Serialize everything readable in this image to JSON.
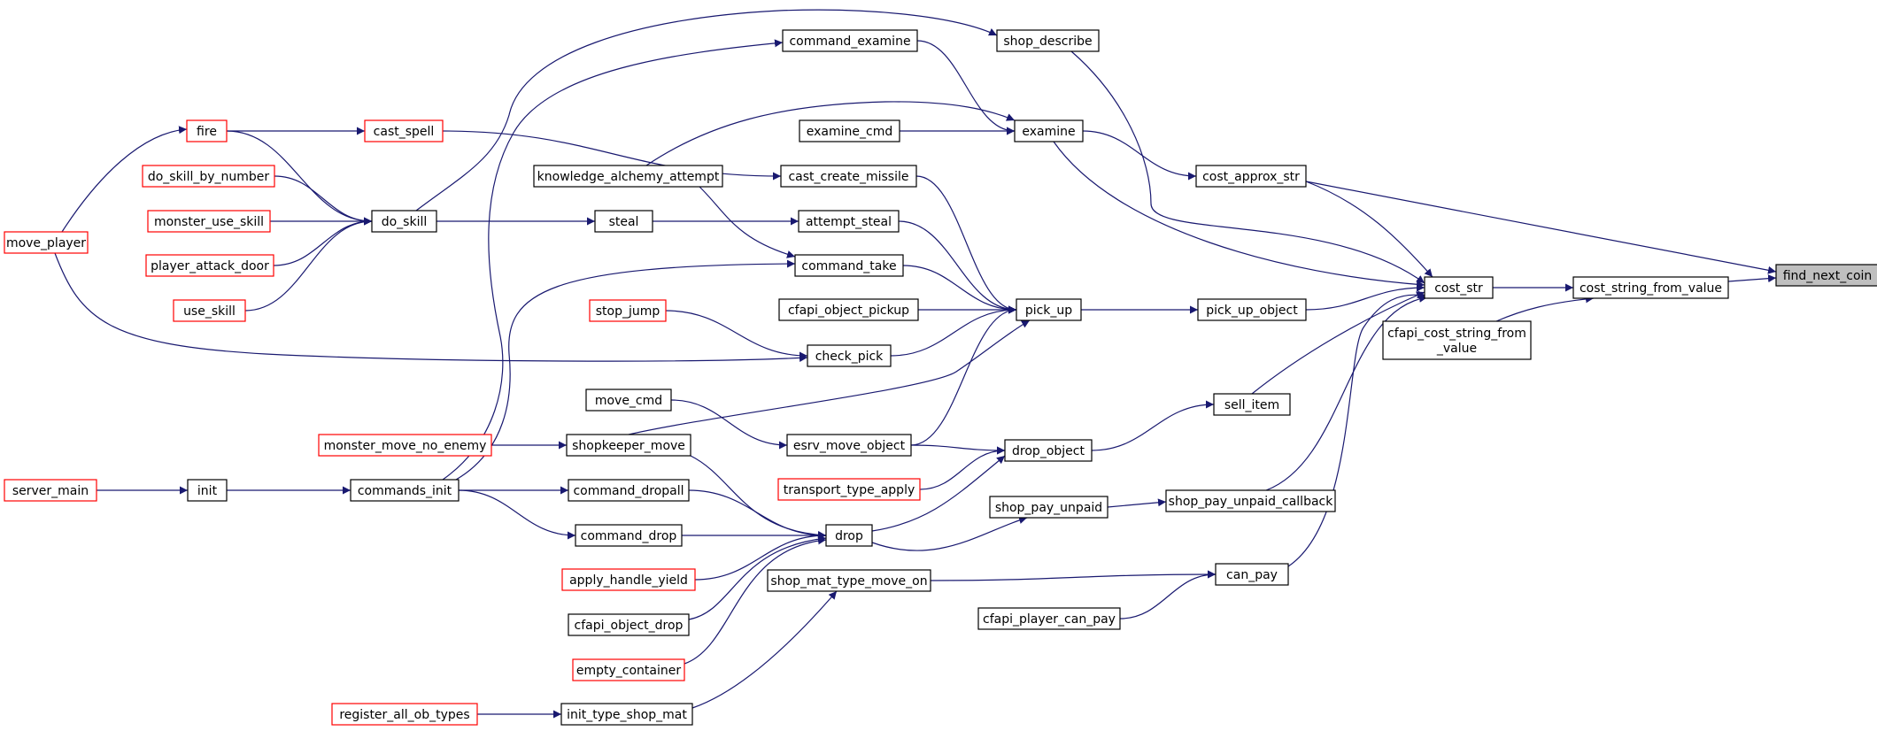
{
  "graph": {
    "root": "find_next_coin",
    "colors": {
      "edge": "#191970",
      "box_border": "#000000",
      "truncated_border": "#ff0000",
      "root_fill": "#bfbfbf",
      "node_fill": "#ffffff"
    },
    "nodes": [
      {
        "id": "find_next_coin",
        "label": "find_next_coin",
        "style": "root"
      },
      {
        "id": "cost_approx_str",
        "label": "cost_approx_str",
        "style": "normal"
      },
      {
        "id": "cost_string_from_value",
        "label": "cost_string_from_value",
        "style": "normal"
      },
      {
        "id": "cfapi_cost",
        "label": "cfapi_cost_string_from\n_value",
        "style": "normal"
      },
      {
        "id": "cost_str",
        "label": "cost_str",
        "style": "normal"
      },
      {
        "id": "examine",
        "label": "examine",
        "style": "normal"
      },
      {
        "id": "shop_describe",
        "label": "shop_describe",
        "style": "normal"
      },
      {
        "id": "pick_up_object",
        "label": "pick_up_object",
        "style": "normal"
      },
      {
        "id": "sell_item",
        "label": "sell_item",
        "style": "normal"
      },
      {
        "id": "shop_pay_unpaid_callback",
        "label": "shop_pay_unpaid_callback",
        "style": "normal"
      },
      {
        "id": "can_pay",
        "label": "can_pay",
        "style": "normal"
      },
      {
        "id": "command_examine",
        "label": "command_examine",
        "style": "normal"
      },
      {
        "id": "examine_cmd",
        "label": "examine_cmd",
        "style": "normal"
      },
      {
        "id": "pick_up",
        "label": "pick_up",
        "style": "normal"
      },
      {
        "id": "drop_object",
        "label": "drop_object",
        "style": "normal"
      },
      {
        "id": "shop_pay_unpaid",
        "label": "shop_pay_unpaid",
        "style": "normal"
      },
      {
        "id": "shop_mat_type_move_on",
        "label": "shop_mat_type_move_on",
        "style": "normal"
      },
      {
        "id": "cfapi_player_can_pay",
        "label": "cfapi_player_can_pay",
        "style": "normal"
      },
      {
        "id": "cast_create_missile",
        "label": "cast_create_missile",
        "style": "normal"
      },
      {
        "id": "attempt_steal",
        "label": "attempt_steal",
        "style": "normal"
      },
      {
        "id": "command_take",
        "label": "command_take",
        "style": "normal"
      },
      {
        "id": "cfapi_object_pickup",
        "label": "cfapi_object_pickup",
        "style": "normal"
      },
      {
        "id": "check_pick",
        "label": "check_pick",
        "style": "normal"
      },
      {
        "id": "esrv_move_object",
        "label": "esrv_move_object",
        "style": "normal"
      },
      {
        "id": "transport_type_apply",
        "label": "transport_type_apply",
        "style": "truncated"
      },
      {
        "id": "drop",
        "label": "drop",
        "style": "normal"
      },
      {
        "id": "init_type_shop_mat",
        "label": "init_type_shop_mat",
        "style": "normal"
      },
      {
        "id": "knowledge_alchemy_attempt",
        "label": "knowledge_alchemy_attempt",
        "style": "normal"
      },
      {
        "id": "steal",
        "label": "steal",
        "style": "normal"
      },
      {
        "id": "stop_jump",
        "label": "stop_jump",
        "style": "truncated"
      },
      {
        "id": "move_cmd",
        "label": "move_cmd",
        "style": "normal"
      },
      {
        "id": "shopkeeper_move",
        "label": "shopkeeper_move",
        "style": "normal"
      },
      {
        "id": "command_dropall",
        "label": "command_dropall",
        "style": "normal"
      },
      {
        "id": "command_drop",
        "label": "command_drop",
        "style": "normal"
      },
      {
        "id": "apply_handle_yield",
        "label": "apply_handle_yield",
        "style": "truncated"
      },
      {
        "id": "cfapi_object_drop",
        "label": "cfapi_object_drop",
        "style": "normal"
      },
      {
        "id": "empty_container",
        "label": "empty_container",
        "style": "truncated"
      },
      {
        "id": "fire",
        "label": "fire",
        "style": "truncated"
      },
      {
        "id": "cast_spell",
        "label": "cast_spell",
        "style": "truncated"
      },
      {
        "id": "do_skill",
        "label": "do_skill",
        "style": "normal"
      },
      {
        "id": "do_skill_by_number",
        "label": "do_skill_by_number",
        "style": "truncated"
      },
      {
        "id": "monster_use_skill",
        "label": "monster_use_skill",
        "style": "truncated"
      },
      {
        "id": "player_attack_door",
        "label": "player_attack_door",
        "style": "truncated"
      },
      {
        "id": "use_skill",
        "label": "use_skill",
        "style": "truncated"
      },
      {
        "id": "move_player",
        "label": "move_player",
        "style": "truncated"
      },
      {
        "id": "monster_move_no_enemy",
        "label": "monster_move_no_enemy",
        "style": "truncated"
      },
      {
        "id": "commands_init",
        "label": "commands_init",
        "style": "normal"
      },
      {
        "id": "init",
        "label": "init",
        "style": "normal"
      },
      {
        "id": "server_main",
        "label": "server_main",
        "style": "truncated"
      },
      {
        "id": "register_all_ob_types",
        "label": "register_all_ob_types",
        "style": "truncated"
      }
    ],
    "edges": [
      {
        "from": "cost_approx_str",
        "to": "find_next_coin"
      },
      {
        "from": "cost_string_from_value",
        "to": "find_next_coin"
      },
      {
        "from": "examine",
        "to": "cost_approx_str"
      },
      {
        "from": "cost_str",
        "to": "cost_string_from_value"
      },
      {
        "from": "cfapi_cost",
        "to": "cost_string_from_value"
      },
      {
        "from": "cost_approx_str",
        "to": "cost_str"
      },
      {
        "from": "examine",
        "to": "cost_str"
      },
      {
        "from": "shop_describe",
        "to": "cost_str"
      },
      {
        "from": "pick_up_object",
        "to": "cost_str"
      },
      {
        "from": "sell_item",
        "to": "cost_str"
      },
      {
        "from": "shop_pay_unpaid_callback",
        "to": "cost_str"
      },
      {
        "from": "can_pay",
        "to": "cost_str"
      },
      {
        "from": "command_examine",
        "to": "examine"
      },
      {
        "from": "examine_cmd",
        "to": "examine"
      },
      {
        "from": "knowledge_alchemy_attempt",
        "to": "examine"
      },
      {
        "from": "pick_up",
        "to": "pick_up_object"
      },
      {
        "from": "drop_object",
        "to": "sell_item"
      },
      {
        "from": "shop_pay_unpaid",
        "to": "shop_pay_unpaid_callback"
      },
      {
        "from": "shop_mat_type_move_on",
        "to": "can_pay"
      },
      {
        "from": "cfapi_player_can_pay",
        "to": "can_pay"
      },
      {
        "from": "cast_create_missile",
        "to": "pick_up"
      },
      {
        "from": "attempt_steal",
        "to": "pick_up"
      },
      {
        "from": "command_take",
        "to": "pick_up"
      },
      {
        "from": "cfapi_object_pickup",
        "to": "pick_up"
      },
      {
        "from": "check_pick",
        "to": "pick_up"
      },
      {
        "from": "esrv_move_object",
        "to": "pick_up"
      },
      {
        "from": "shopkeeper_move",
        "to": "pick_up"
      },
      {
        "from": "esrv_move_object",
        "to": "drop_object"
      },
      {
        "from": "transport_type_apply",
        "to": "drop_object"
      },
      {
        "from": "drop",
        "to": "drop_object"
      },
      {
        "from": "drop",
        "to": "shop_pay_unpaid"
      },
      {
        "from": "init_type_shop_mat",
        "to": "shop_mat_type_move_on"
      },
      {
        "from": "do_skill",
        "to": "shop_describe"
      },
      {
        "from": "commands_init",
        "to": "command_examine"
      },
      {
        "from": "cast_spell",
        "to": "cast_create_missile"
      },
      {
        "from": "steal",
        "to": "attempt_steal"
      },
      {
        "from": "knowledge_alchemy_attempt",
        "to": "command_take"
      },
      {
        "from": "commands_init",
        "to": "command_take"
      },
      {
        "from": "stop_jump",
        "to": "check_pick"
      },
      {
        "from": "move_player",
        "to": "check_pick"
      },
      {
        "from": "move_cmd",
        "to": "esrv_move_object"
      },
      {
        "from": "monster_move_no_enemy",
        "to": "shopkeeper_move"
      },
      {
        "from": "commands_init",
        "to": "command_dropall"
      },
      {
        "from": "commands_init",
        "to": "command_drop"
      },
      {
        "from": "shopkeeper_move",
        "to": "drop"
      },
      {
        "from": "command_dropall",
        "to": "drop"
      },
      {
        "from": "command_drop",
        "to": "drop"
      },
      {
        "from": "apply_handle_yield",
        "to": "drop"
      },
      {
        "from": "cfapi_object_drop",
        "to": "drop"
      },
      {
        "from": "empty_container",
        "to": "drop"
      },
      {
        "from": "register_all_ob_types",
        "to": "init_type_shop_mat"
      },
      {
        "from": "do_skill",
        "to": "steal"
      },
      {
        "from": "fire",
        "to": "cast_spell"
      },
      {
        "from": "fire",
        "to": "do_skill"
      },
      {
        "from": "do_skill_by_number",
        "to": "do_skill"
      },
      {
        "from": "monster_use_skill",
        "to": "do_skill"
      },
      {
        "from": "player_attack_door",
        "to": "do_skill"
      },
      {
        "from": "use_skill",
        "to": "do_skill"
      },
      {
        "from": "move_player",
        "to": "fire"
      },
      {
        "from": "init",
        "to": "commands_init"
      },
      {
        "from": "server_main",
        "to": "init"
      }
    ]
  }
}
